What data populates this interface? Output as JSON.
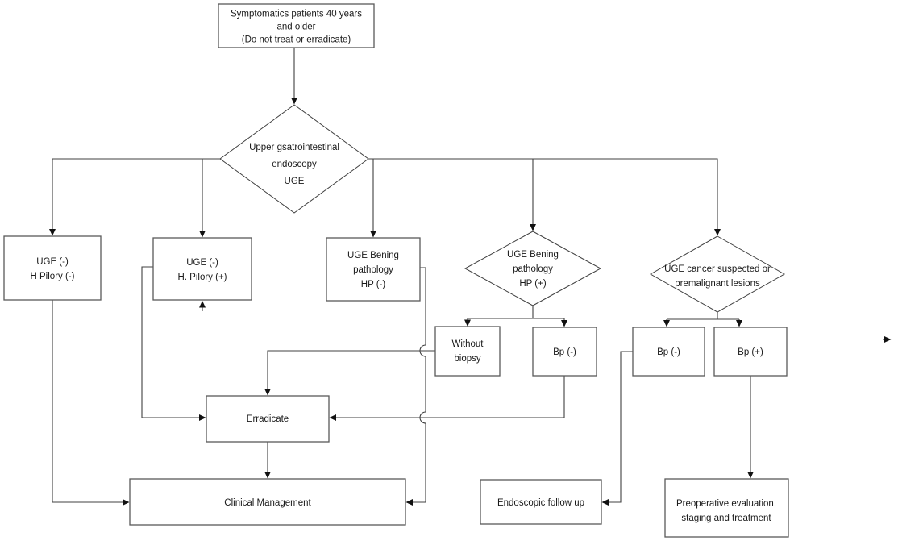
{
  "diagram_type": "flowchart",
  "nodes": {
    "start": {
      "lines": [
        "Symptomatics patients 40 years",
        "and older",
        "(Do not treat or erradicate)"
      ]
    },
    "uge_decision": {
      "lines": [
        "Upper gsatrointestinal",
        "endoscopy",
        "UGE"
      ]
    },
    "uge_neg_hp_neg": {
      "lines": [
        "UGE (-)",
        "H Pilory (-)"
      ]
    },
    "uge_neg_hp_pos": {
      "lines": [
        "UGE (-)",
        "H. Pilory (+)"
      ]
    },
    "uge_benign_hp_neg": {
      "lines": [
        "UGE Bening",
        "pathology",
        "HP (-)"
      ]
    },
    "uge_benign_hp_pos": {
      "lines": [
        "UGE Bening",
        "pathology",
        "HP (+)"
      ]
    },
    "uge_cancer_suspected": {
      "lines": [
        "UGE cancer suspected or",
        "premalignant lesions"
      ]
    },
    "without_biopsy": {
      "lines": [
        "Without",
        "biopsy"
      ]
    },
    "bp_neg_benign": {
      "lines": [
        "Bp (-)"
      ]
    },
    "bp_neg_cancer": {
      "lines": [
        "Bp (-)"
      ]
    },
    "bp_pos": {
      "lines": [
        "Bp (+)"
      ]
    },
    "erradicate": {
      "lines": [
        "Erradicate"
      ]
    },
    "clinical_management": {
      "lines": [
        "Clinical Management"
      ]
    },
    "endoscopic_follow_up": {
      "lines": [
        "Endoscopic follow up"
      ]
    },
    "preoperative": {
      "lines": [
        "Preoperative evaluation,",
        "staging and treatment"
      ]
    }
  },
  "colors": {
    "background": "#ffffff",
    "connector": "#404040",
    "node_border": "#595959",
    "text": "#1a1a1a",
    "arrowhead": "#111111"
  }
}
